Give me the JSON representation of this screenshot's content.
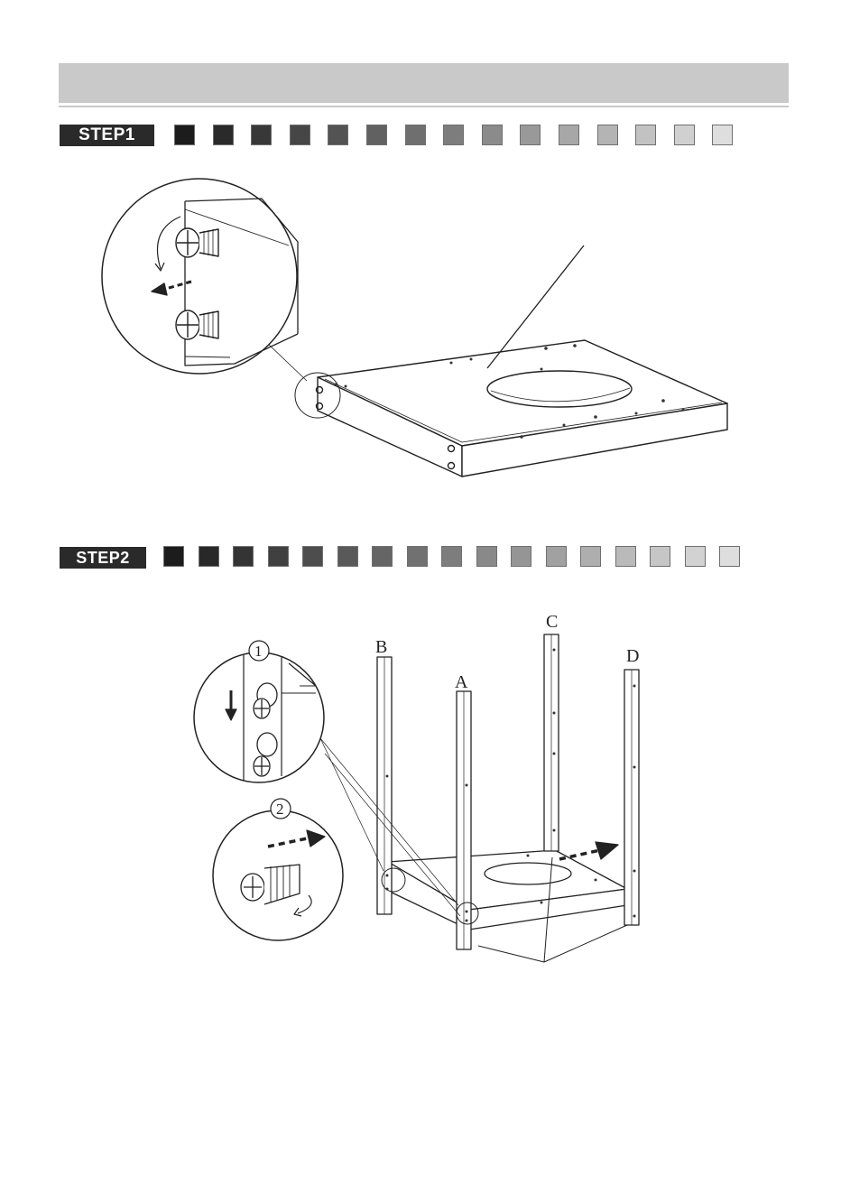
{
  "steps": [
    {
      "label": "STEP1",
      "square_count": 15
    },
    {
      "label": "STEP2",
      "square_count": 17
    }
  ],
  "leg_labels": {
    "a": "A",
    "b": "B",
    "c": "C",
    "d": "D"
  },
  "detail_labels": {
    "one": "1",
    "two": "2"
  },
  "colors": {
    "header_bar": "#c9c9c9",
    "step_label_bg": "#2a2a2a",
    "square_dark": "#1c1c1c",
    "square_light": "#dedede"
  }
}
